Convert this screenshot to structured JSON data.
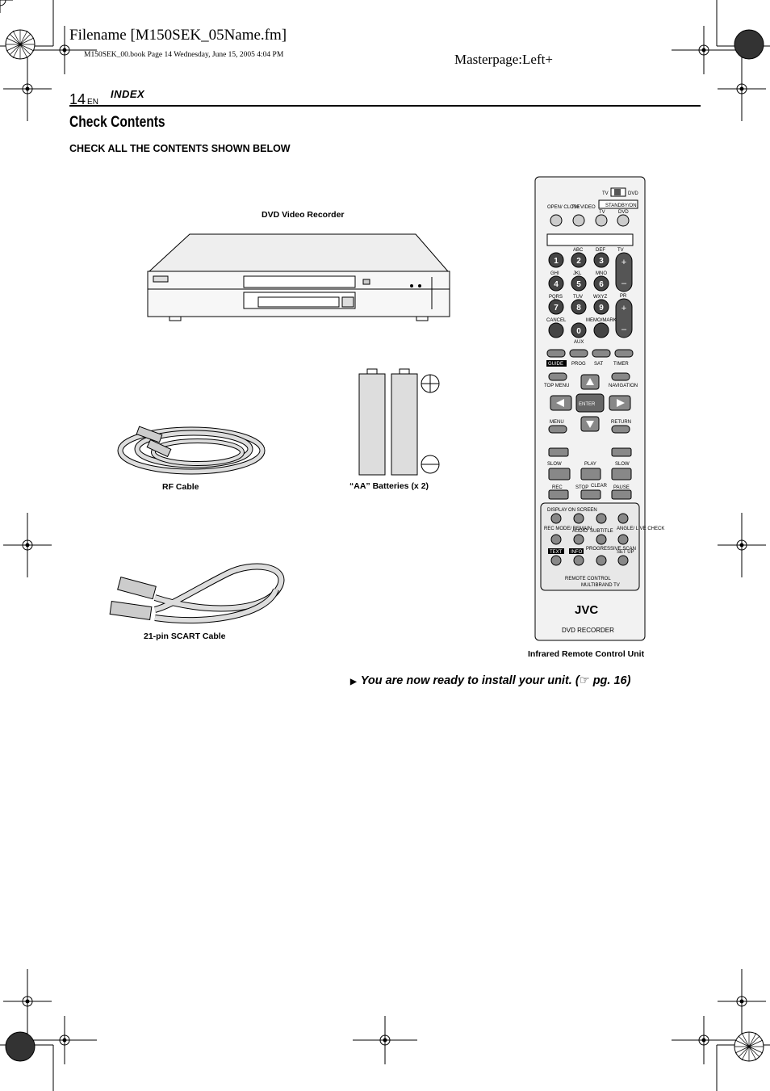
{
  "header": {
    "filename": "Filename [M150SEK_05Name.fm]",
    "book_info": "M150SEK_00.book  Page 14  Wednesday, June 15, 2005  4:04 PM",
    "masterpage": "Masterpage:Left+",
    "page_number": "14",
    "page_lang": "EN",
    "section": "INDEX"
  },
  "title": "Check Contents",
  "subtitle": "CHECK ALL THE CONTENTS SHOWN BELOW",
  "items": {
    "recorder": "DVD Video Recorder",
    "rf_cable": "RF Cable",
    "batteries": "“AA” Batteries (x 2)",
    "scart": "21-pin SCART Cable",
    "remote": "Infrared Remote Control Unit"
  },
  "footer_note": {
    "arrow": "▶",
    "text": "You are now ready to install your unit. (",
    "ref_icon": "pointing-hand-icon",
    "ref_glyph": "☞",
    "ref_text": " pg. 16)"
  },
  "remote_labels": {
    "tv": "TV",
    "dvd": "DVD",
    "open_close": "OPEN/ CLOSE",
    "tv_video": "TV/ VIDEO",
    "standby": "STANDBY/ON",
    "abc": "ABC",
    "def": "DEF",
    "ghi": "GHI",
    "jkl": "JKL",
    "mno": "MNO",
    "pqrs": "PQRS",
    "tuv": "TUV",
    "wxyz": "WXYZ",
    "cancel": "CANCEL",
    "memo": "MEMO/MARK",
    "aux": "AUX",
    "pr": "PR",
    "guide": "GUIDE",
    "prog": "PROG",
    "sat": "SAT",
    "timer": "TIMER",
    "top_menu": "TOP MENU",
    "navigation": "NAVIGATION",
    "enter": "ENTER",
    "menu": "MENU",
    "return": "RETURN",
    "slow": "SLOW",
    "play": "PLAY",
    "rec": "REC",
    "stop": "STOP",
    "clear": "CLEAR",
    "pause": "PAUSE",
    "display": "DISPLAY",
    "on_screen": "ON SCREEN",
    "rec_mode": "REC MODE/ REMAIN",
    "audio": "AUDIO",
    "subtitle": "SUBTITLE",
    "angle": "ANGLE/ LIVE CHECK",
    "text": "TEXT",
    "info": "INFO",
    "progressive": "PROGRESSIVE SCAN",
    "setup": "SET UP",
    "remote_control": "REMOTE CONTROL",
    "multibrand": "MULTIBRAND TV",
    "brand": "JVC",
    "dvd_recorder": "DVD RECORDER"
  }
}
